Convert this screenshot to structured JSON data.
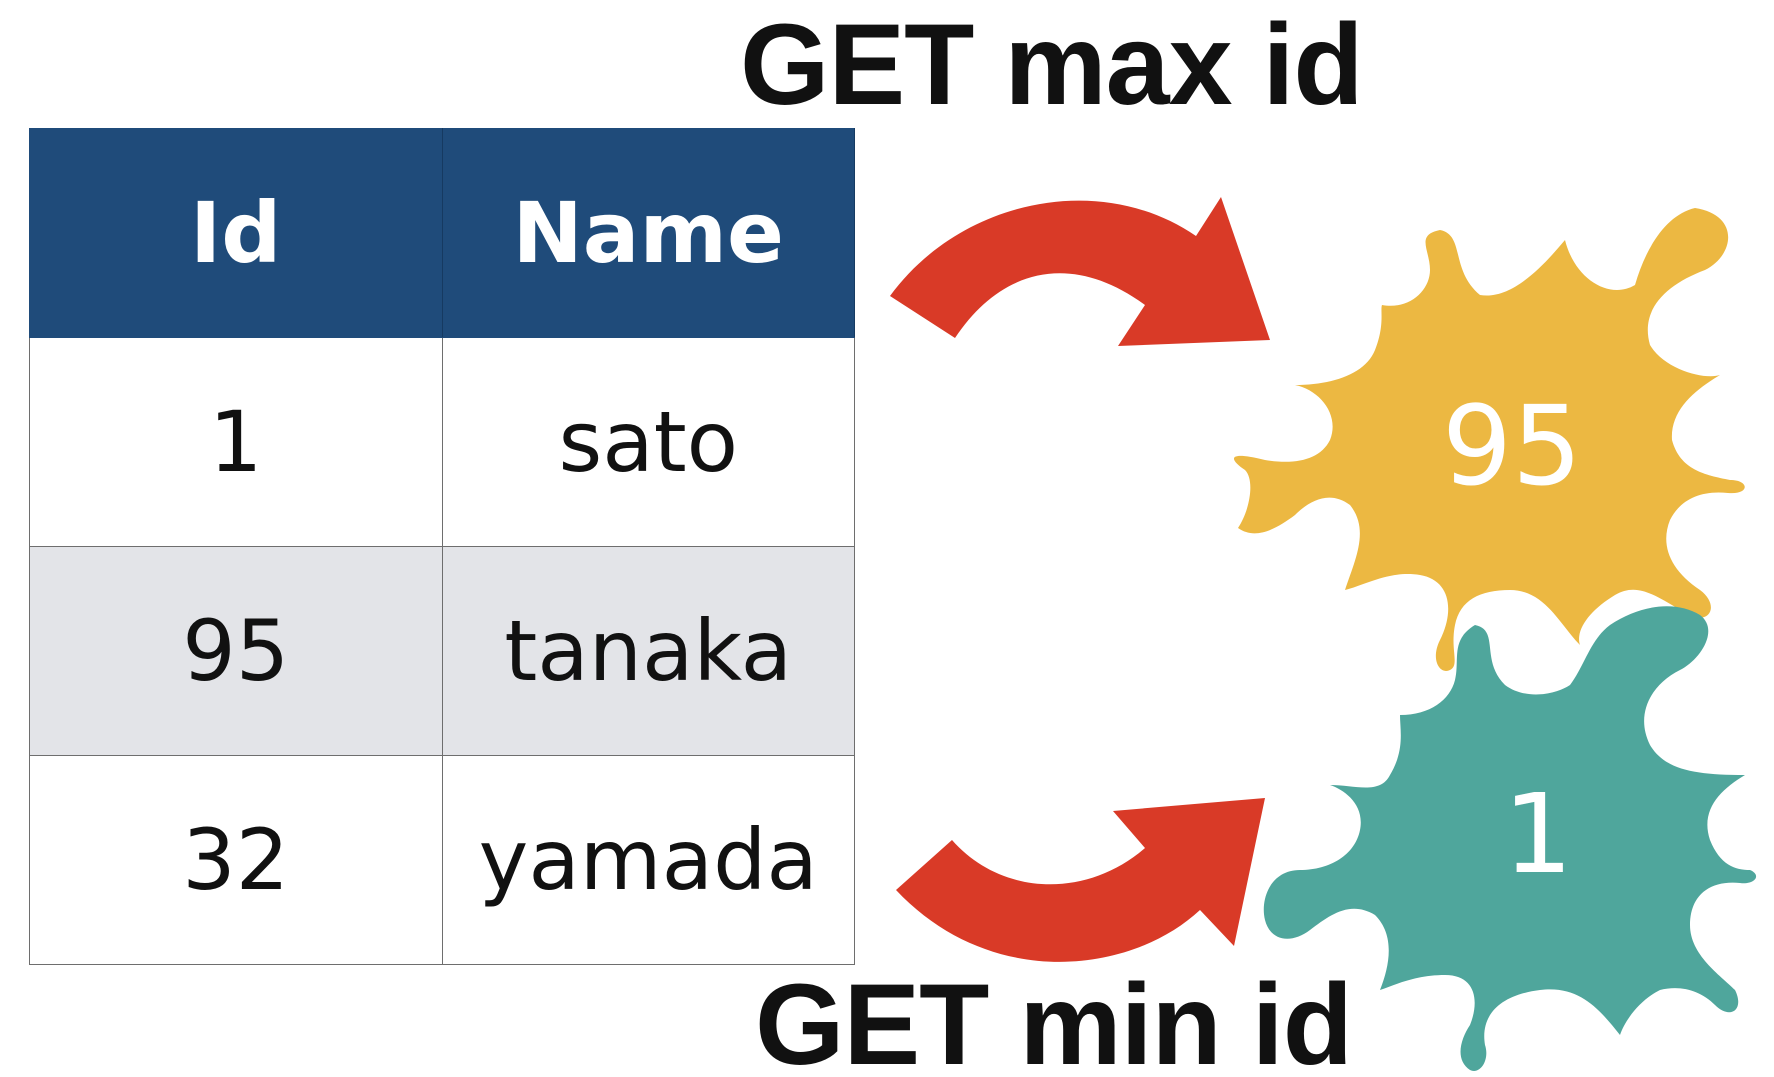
{
  "title_top": "GET max id",
  "title_bottom": "GET min id",
  "table": {
    "headers": [
      "Id",
      "Name"
    ],
    "rows": [
      {
        "id": "1",
        "name": "sato"
      },
      {
        "id": "95",
        "name": "tanaka"
      },
      {
        "id": "32",
        "name": "yamada"
      }
    ]
  },
  "results": {
    "max": {
      "value": "95",
      "color": "#ecb842"
    },
    "min": {
      "value": "1",
      "color": "#4fa69c"
    }
  },
  "colors": {
    "header_bg": "#1f4b7a",
    "alt_row_bg": "#e3e4e8",
    "arrow": "#d93a27"
  }
}
